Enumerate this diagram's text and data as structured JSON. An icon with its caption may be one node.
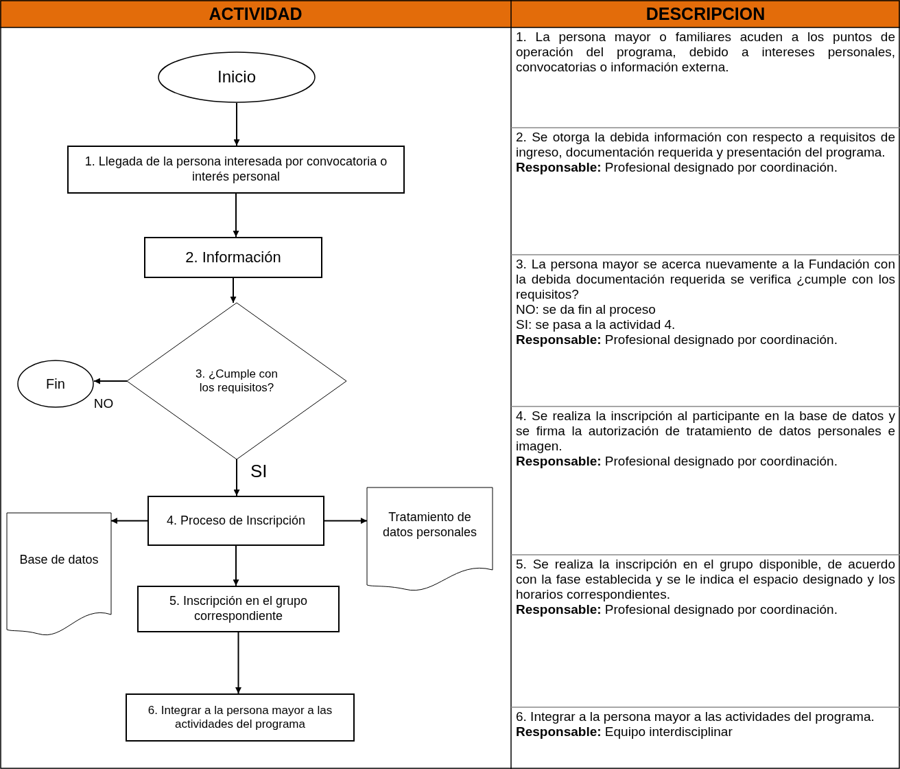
{
  "diagram": {
    "nodes": [
      {
        "text": [
          "Inicio"
        ]
      },
      {
        "text": [
          "1. Llegada de la persona interesada por convocatoria o interés personal"
        ]
      },
      {
        "text": [
          "2. Información"
        ]
      },
      {
        "text": [
          "3. ¿Cumple con los requisitos?"
        ]
      },
      {
        "text": [
          "Fin"
        ]
      },
      {
        "text": [
          "4. Proceso de Inscripción"
        ]
      },
      {
        "text": [
          "Base de datos"
        ]
      },
      {
        "text": [
          "Tratamiento de datos personales"
        ]
      },
      {
        "text": [
          "5. Inscripción en el grupo correspondiente"
        ]
      },
      {
        "text": [
          "6. Integrar a la persona mayor a las actividades del programa"
        ]
      }
    ],
    "edges": [
      {
        "from": 0,
        "to": 1,
        "arrow": "to"
      },
      {
        "from": 1,
        "to": 2,
        "arrow": "to"
      },
      {
        "from": 2,
        "to": 3,
        "arrow": "to"
      },
      {
        "from": 3,
        "to": 4,
        "arrow": "to",
        "label": "NO"
      },
      {
        "from": 3,
        "to": 5,
        "arrow": "to",
        "label": "SI"
      },
      {
        "from": 5,
        "to": 6,
        "arrow": "to"
      },
      {
        "from": 5,
        "to": 7,
        "arrow": "to"
      },
      {
        "from": 5,
        "to": 8,
        "arrow": "to"
      },
      {
        "from": 8,
        "to": 9,
        "arrow": "to"
      }
    ],
    "labels": [
      "ACTIVIDAD",
      "DESCRIPCION",
      "1. La persona mayor o familiares acuden a los puntos de operación del programa, debido a intereses personales, convocatorias o información externa.",
      "2. Se otorga la debida información con respecto a requisitos de ingreso, documentación requerida y presentación del programa.",
      "**Responsable:** Profesional designado por coordinación.",
      "3. La persona mayor se acerca nuevamente a la Fundación con la debida documentación requerida se verifica ¿cumple con los requisitos?",
      "NO: se da fin al proceso",
      "SI: se pasa a la actividad 4.",
      "**Responsable:** Profesional designado por coordinación.",
      "4. Se realiza la inscripción al participante en la base de datos y se firma la autorización de tratamiento de datos personales e imagen.",
      "**Responsable:** Profesional designado por coordinación.",
      "5. Se realiza la inscripción en el grupo disponible, de acuerdo con la fase establecida y se le indica el espacio designado y los horarios correspondientes.",
      "**Responsable:** Profesional designado por coordinación.",
      "6. Integrar a la persona mayor a las actividades del programa.",
      "**Responsable:** Equipo interdisciplinar"
    ]
  }
}
